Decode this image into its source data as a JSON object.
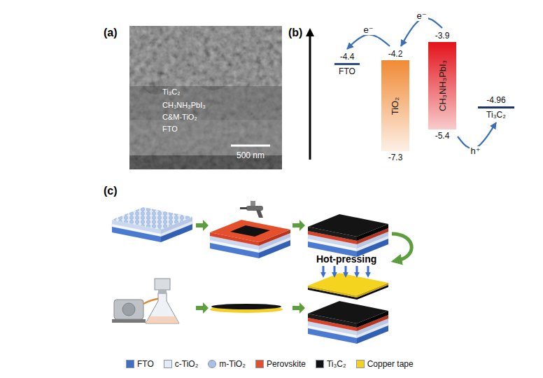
{
  "diagram": {
    "nodes": [
      {
        "text": [
          "-4.4",
          "FTO"
        ]
      },
      {
        "text": [
          "-4.2",
          "TiO₂",
          "-7.3"
        ]
      },
      {
        "text": [
          "-3.9",
          "CH₃NH₃PbI₃",
          "-5.4"
        ]
      },
      {
        "text": [
          "-4.96",
          "Ti₃C₂"
        ]
      }
    ],
    "edges": [
      {
        "from": 2,
        "to": 1,
        "arrow": "to",
        "label": "e⁻"
      },
      {
        "from": 1,
        "to": 0,
        "arrow": "to",
        "label": "e⁻"
      },
      {
        "from": 2,
        "to": 3,
        "arrow": "to",
        "label": "h⁺"
      }
    ],
    "labels": [
      "(a)",
      "Ti₃C₂",
      "CH₃NH₃PbI₃",
      "C&M-TiO₂",
      "FTO",
      "500 nm",
      "(b)",
      "(c)",
      "Hot-pressing"
    ],
    "legend": [
      {
        "text": "FTO",
        "color": "#3f6fc4"
      },
      {
        "text": "c-TiO₂",
        "color": "#e4ebf5"
      },
      {
        "text": "m-TiO₂",
        "color": "#a9c0e6"
      },
      {
        "text": "Perovskite",
        "color": "#e0502a"
      },
      {
        "text": "Ti₃C₂",
        "color": "#111111"
      },
      {
        "text": "Copper tape",
        "color": "#f2d024"
      }
    ]
  }
}
